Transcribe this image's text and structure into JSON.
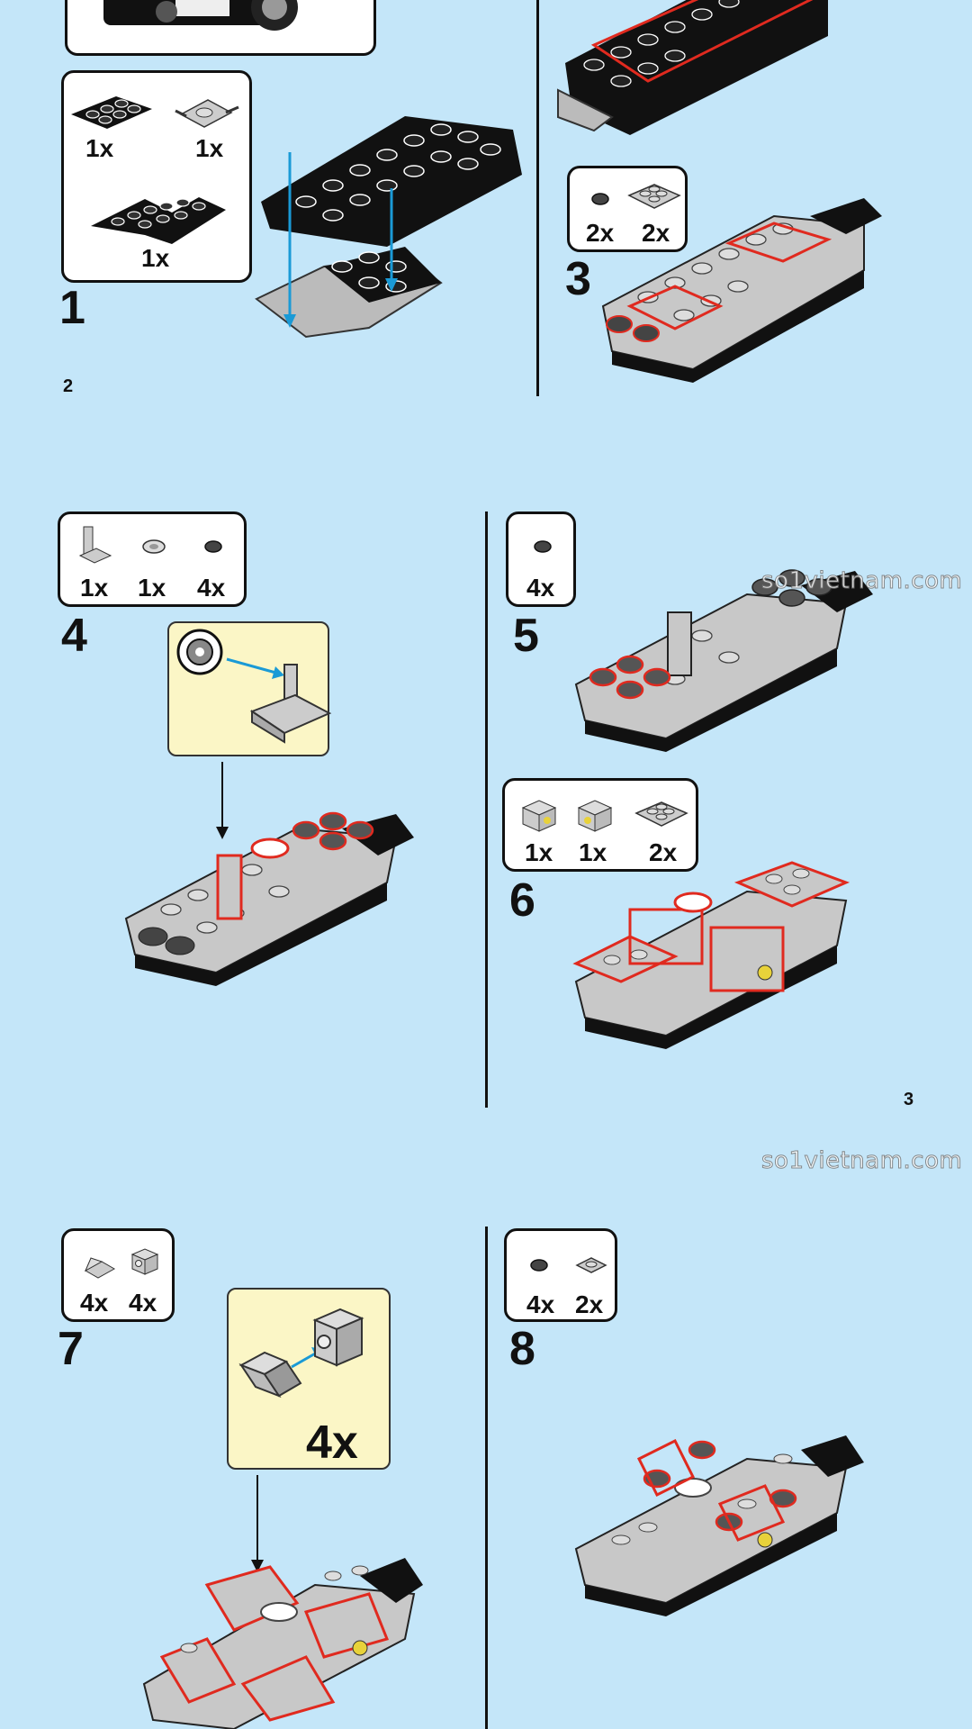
{
  "pages": [
    {
      "page_number": "2"
    },
    {
      "page_number": "3"
    }
  ],
  "watermark": "so1vietnam.com",
  "steps": [
    {
      "number": "1",
      "parts": [
        "1x",
        "1x",
        "1x"
      ]
    },
    {
      "number": "3",
      "parts": [
        "2x",
        "2x"
      ]
    },
    {
      "number": "4",
      "parts": [
        "1x",
        "1x",
        "4x"
      ]
    },
    {
      "number": "5",
      "parts": [
        "4x"
      ]
    },
    {
      "number": "6",
      "parts": [
        "1x",
        "1x",
        "2x"
      ]
    },
    {
      "number": "7",
      "parts": [
        "4x",
        "4x"
      ],
      "callout_qty": "4x"
    },
    {
      "number": "8",
      "parts": [
        "4x",
        "2x"
      ]
    }
  ],
  "colors": {
    "background": "#c4e6f9",
    "highlight": "#e02a1f",
    "arrow_blue": "#1a9ad6",
    "callout_bg": "#fbf6c6",
    "brick_gray": "#c8c8c8",
    "brick_black": "#111111"
  }
}
